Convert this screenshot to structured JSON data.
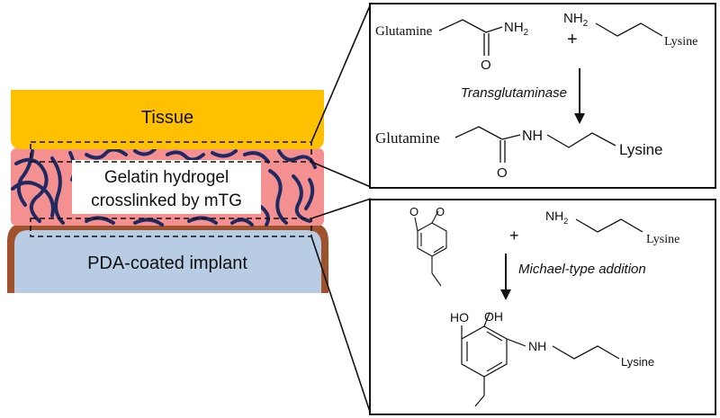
{
  "layers": {
    "tissue_label": "Tissue",
    "hydrogel_label_line1": "Gelatin hydrogel",
    "hydrogel_label_line2": "crosslinked by mTG",
    "implant_label": "PDA-coated implant"
  },
  "reaction_top": {
    "reactant1": "Glutamine",
    "amide_group": "NH",
    "amide_subscript": "2",
    "plus": "+",
    "amine_group": "NH",
    "amine_subscript": "2",
    "reactant2": "Lysine",
    "carbonyl_o": "O",
    "enzyme": "Transglutaminase",
    "product_left": "Glutamine",
    "product_nh": "NH",
    "product_o": "O",
    "product_right": "Lysine"
  },
  "reaction_bottom": {
    "quinone_o1": "O",
    "quinone_o2": "O",
    "plus": "+",
    "amine_group": "NH",
    "amine_subscript": "2",
    "reactant2": "Lysine",
    "mechanism": "Michael-type addition",
    "ho_left": "HO",
    "oh_right": "OH",
    "product_nh": "NH",
    "product_right": "Lysine"
  },
  "colors": {
    "tissue": "#FFC000",
    "hydrogel": "#F4908F",
    "implant_fill": "#B8CCE4",
    "implant_border": "#A0522D",
    "fibers": "#1F2A63"
  }
}
